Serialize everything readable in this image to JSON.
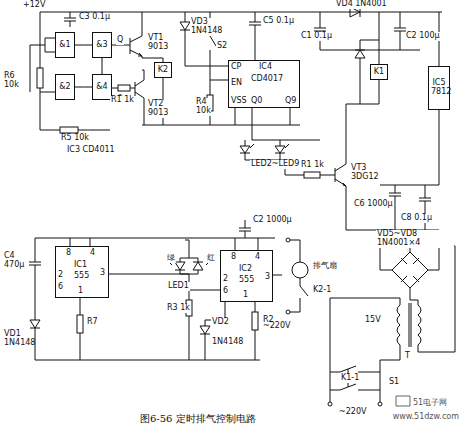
{
  "diagram": {
    "caption": "图6-56 定时排气控制电路",
    "nodes": [
      {
        "text": [
          "&1"
        ]
      },
      {
        "text": [
          "&3"
        ]
      },
      {
        "text": [
          "&2"
        ]
      },
      {
        "text": [
          "&4"
        ]
      },
      {
        "text": [
          "K2"
        ]
      },
      {
        "text": [
          "CP",
          "IC4",
          "CD4017",
          "EN",
          "VSS",
          "Q0",
          "Q9"
        ]
      },
      {
        "text": [
          "K1"
        ]
      },
      {
        "text": [
          "IC5 7812"
        ]
      },
      {
        "text": [
          "8",
          "4",
          "IC1",
          "555",
          "2",
          "6",
          "3",
          "1"
        ]
      },
      {
        "text": [
          "8",
          "4",
          "IC2",
          "555",
          "2",
          "6",
          "3",
          "1"
        ]
      }
    ],
    "edges": [
      {
        "from": 0,
        "to": 1,
        "arrow": "none"
      },
      {
        "from": 2,
        "to": 3,
        "arrow": "none"
      },
      {
        "from": 1,
        "to": 3,
        "arrow": "none"
      }
    ],
    "labels": [
      "+12V",
      "C3 0.1μ",
      "R6 10k",
      "Q",
      "Q̄",
      "VT1 9013",
      "R1 1k",
      "VT2 9013",
      "R5 10k",
      "IC3 CD4011",
      "VD3 1N4148",
      "S2",
      "C5 0.1μ",
      "R4 10k",
      "C1 0.1μ",
      "C2 100μ",
      "VD4 1N4001",
      "LED2~LED9",
      "R1 1k",
      "VT3 3DG12",
      "C6 1000μ",
      "C8 0.1μ",
      "C4 470μ",
      "VD1 1N4148",
      "R7",
      "LED1",
      "绿",
      "红",
      "C2 1000μ",
      "R3 1k",
      "VD2",
      "1N4148",
      "R2",
      "排气扇",
      "K2-1",
      "~220V",
      "VD5~VD8 1N4001×4",
      "15V",
      "T",
      "K1-1",
      "S1",
      "~220V",
      "51电子网",
      "www.51dzw.com"
    ]
  }
}
